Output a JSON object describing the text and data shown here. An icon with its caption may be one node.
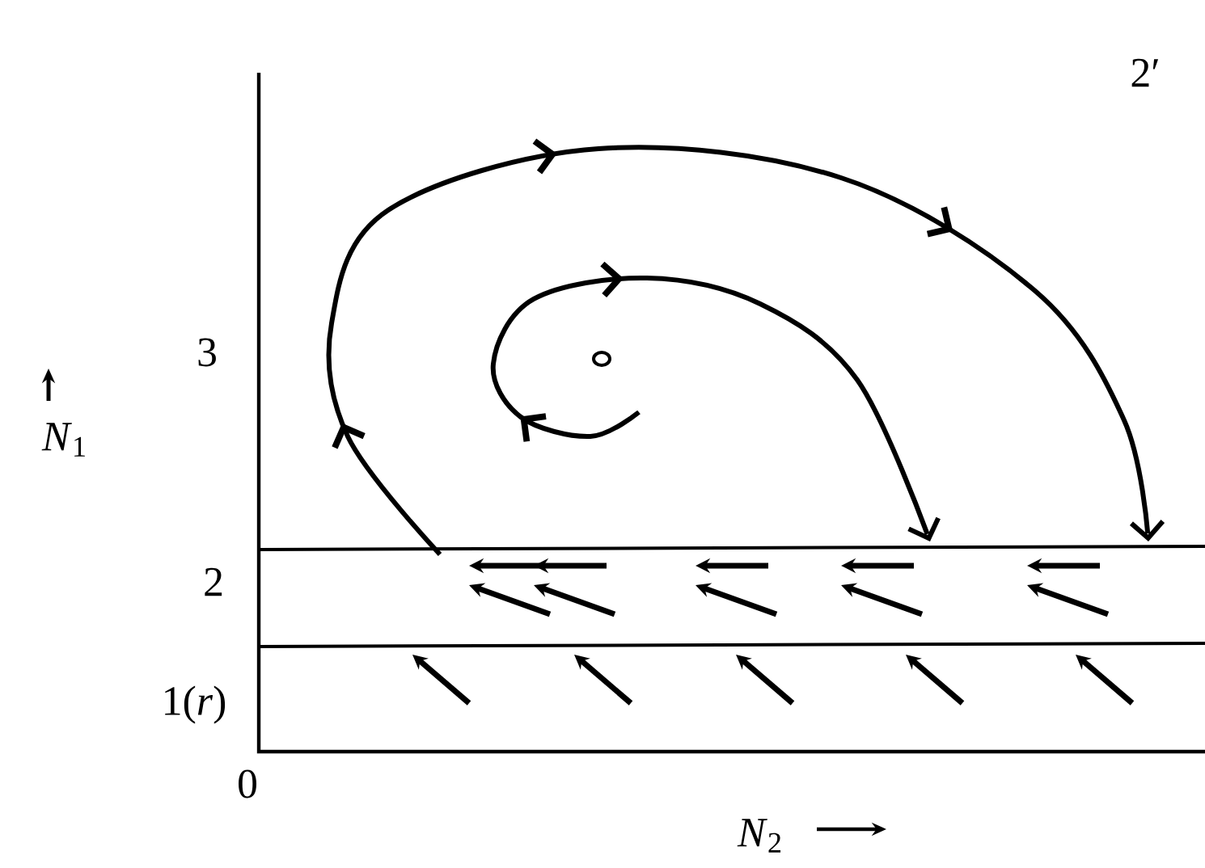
{
  "diagram": {
    "labels": [
      "2′",
      "3",
      "*N*$_{1}$",
      "2",
      "1(*r*)",
      "0",
      "*N*$_{2}$"
    ]
  }
}
